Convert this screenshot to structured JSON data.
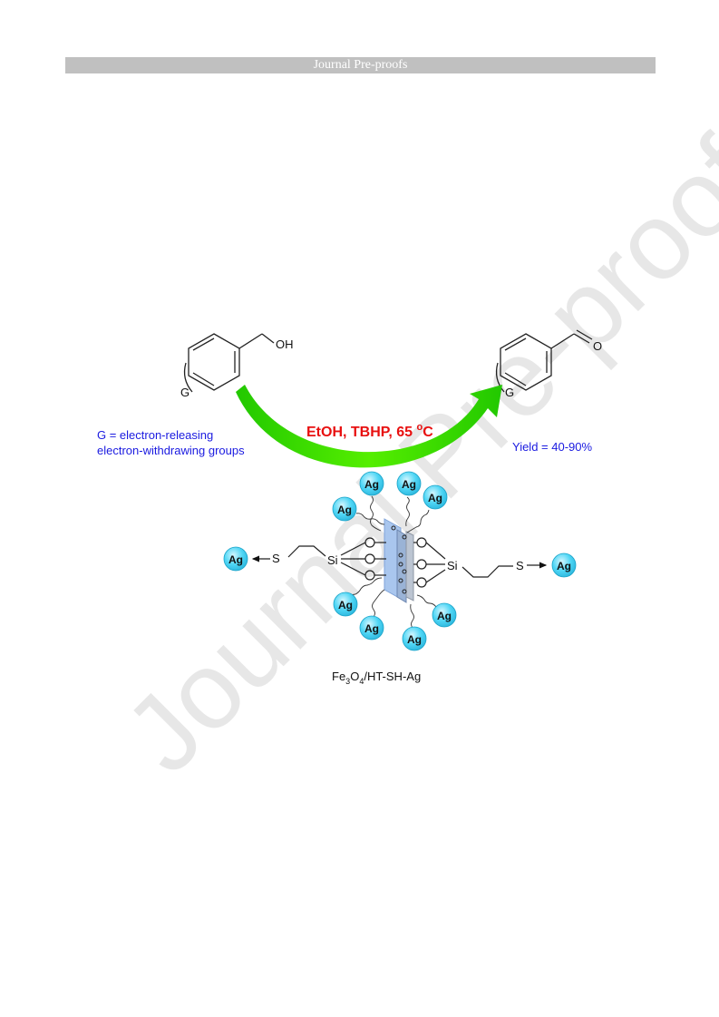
{
  "header": {
    "journal_status": "Journal Pre-proofs"
  },
  "watermark": {
    "text": "Journal Pre-proofs"
  },
  "scheme": {
    "reactant": {
      "oh_label": "OH",
      "g_label": "G"
    },
    "product": {
      "o_label": "O",
      "g_label": "G"
    },
    "conditions": {
      "text": "EtOH, TBHP, 65 ",
      "degree": "o",
      "unit": "C"
    },
    "substituent_note": {
      "line1": "G = electron-releasing",
      "line2": "electron-withdrawing groups"
    },
    "yield": "Yield = 40-90%",
    "catalyst": {
      "ag_label": "Ag",
      "s_label": "S",
      "si_label": "Si",
      "caption_part1": "Fe",
      "caption_sub1": "3",
      "caption_part2": "O",
      "caption_sub2": "4",
      "caption_part3": "/HT-SH-Ag"
    },
    "colors": {
      "arrow_green": "#44e300",
      "conditions_red": "#e81010",
      "note_blue": "#1a1ae0",
      "ag_fill": "#4fd6f5",
      "plate_blue": "#a9c6ee",
      "bond": "#222222"
    }
  }
}
